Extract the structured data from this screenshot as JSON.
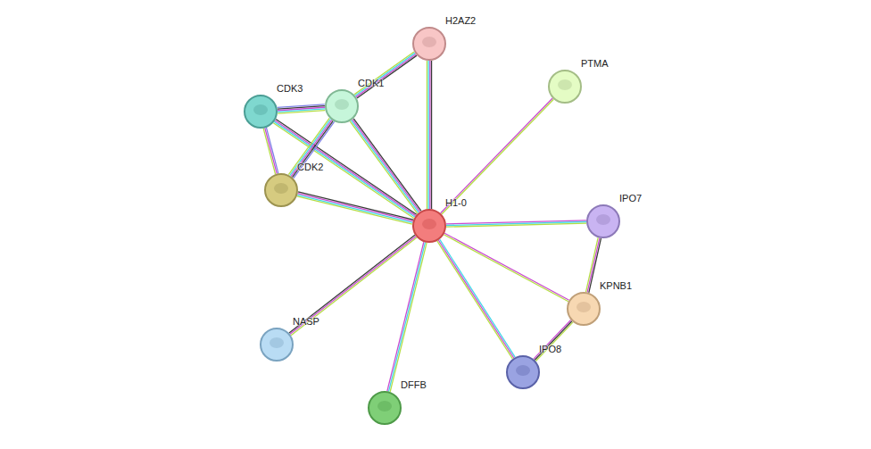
{
  "diagram": {
    "nodes": [
      {
        "text": [
          "H2AZ2"
        ]
      },
      {
        "text": [
          "PTMA"
        ]
      },
      {
        "text": [
          "CDK3"
        ]
      },
      {
        "text": [
          "CDK1"
        ]
      },
      {
        "text": [
          "CDK2"
        ]
      },
      {
        "text": [
          "H1-0"
        ]
      },
      {
        "text": [
          "IPO7"
        ]
      },
      {
        "text": [
          "KPNB1"
        ]
      },
      {
        "text": [
          "NASP"
        ]
      },
      {
        "text": [
          "IPO8"
        ]
      },
      {
        "text": [
          "DFFB"
        ]
      }
    ],
    "edges": [
      {
        "from": 5,
        "to": 0,
        "arrow": "none"
      },
      {
        "from": 5,
        "to": 1,
        "arrow": "none"
      },
      {
        "from": 5,
        "to": 2,
        "arrow": "none"
      },
      {
        "from": 5,
        "to": 3,
        "arrow": "none"
      },
      {
        "from": 5,
        "to": 4,
        "arrow": "none"
      },
      {
        "from": 5,
        "to": 6,
        "arrow": "none"
      },
      {
        "from": 5,
        "to": 7,
        "arrow": "none"
      },
      {
        "from": 5,
        "to": 8,
        "arrow": "none"
      },
      {
        "from": 5,
        "to": 9,
        "arrow": "none"
      },
      {
        "from": 5,
        "to": 10,
        "arrow": "none"
      },
      {
        "from": 3,
        "to": 0,
        "arrow": "none"
      },
      {
        "from": 2,
        "to": 3,
        "arrow": "none"
      },
      {
        "from": 2,
        "to": 4,
        "arrow": "none"
      },
      {
        "from": 3,
        "to": 4,
        "arrow": "none"
      },
      {
        "from": 6,
        "to": 7,
        "arrow": "none"
      },
      {
        "from": 7,
        "to": 9,
        "arrow": "none"
      }
    ]
  }
}
